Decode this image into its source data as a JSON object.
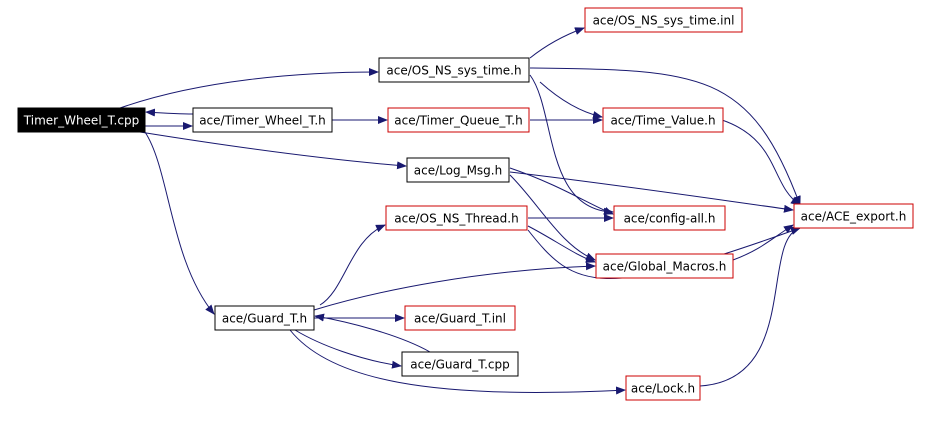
{
  "graph": {
    "colors": {
      "edge": "#191970",
      "root_fill": "#000000",
      "root_text": "#ffffff",
      "normal_border": "#000000",
      "external_border": "#cc0000",
      "node_fill": "#ffffff",
      "node_text": "#000000"
    },
    "nodes": [
      {
        "id": "timer_wheel_cpp",
        "label": "Timer_Wheel_T.cpp",
        "kind": "root",
        "icon": ""
      },
      {
        "id": "timer_wheel_h",
        "label": "ace/Timer_Wheel_T.h",
        "kind": "normal"
      },
      {
        "id": "os_ns_sys_time_h",
        "label": "ace/OS_NS_sys_time.h",
        "kind": "normal"
      },
      {
        "id": "os_ns_sys_time_inl",
        "label": "ace/OS_NS_sys_time.inl",
        "kind": "external"
      },
      {
        "id": "timer_queue_h",
        "label": "ace/Timer_Queue_T.h",
        "kind": "external"
      },
      {
        "id": "time_value_h",
        "label": "ace/Time_Value.h",
        "kind": "external"
      },
      {
        "id": "log_msg_h",
        "label": "ace/Log_Msg.h",
        "kind": "normal"
      },
      {
        "id": "config_all_h",
        "label": "ace/config-all.h",
        "kind": "external"
      },
      {
        "id": "ace_export_h",
        "label": "ace/ACE_export.h",
        "kind": "external"
      },
      {
        "id": "os_ns_thread_h",
        "label": "ace/OS_NS_Thread.h",
        "kind": "external"
      },
      {
        "id": "global_macros_h",
        "label": "ace/Global_Macros.h",
        "kind": "external"
      },
      {
        "id": "guard_t_h",
        "label": "ace/Guard_T.h",
        "kind": "normal"
      },
      {
        "id": "guard_t_inl",
        "label": "ace/Guard_T.inl",
        "kind": "external"
      },
      {
        "id": "guard_t_cpp",
        "label": "ace/Guard_T.cpp",
        "kind": "normal"
      },
      {
        "id": "lock_h",
        "label": "ace/Lock.h",
        "kind": "external"
      }
    ],
    "edges": [
      {
        "from": "timer_wheel_cpp",
        "to": "timer_wheel_h"
      },
      {
        "from": "timer_wheel_cpp",
        "to": "os_ns_sys_time_h"
      },
      {
        "from": "timer_wheel_cpp",
        "to": "log_msg_h"
      },
      {
        "from": "timer_wheel_cpp",
        "to": "guard_t_h"
      },
      {
        "from": "timer_wheel_h",
        "to": "timer_wheel_cpp"
      },
      {
        "from": "timer_wheel_h",
        "to": "timer_queue_h"
      },
      {
        "from": "os_ns_sys_time_h",
        "to": "os_ns_sys_time_inl"
      },
      {
        "from": "os_ns_sys_time_h",
        "to": "time_value_h"
      },
      {
        "from": "os_ns_sys_time_h",
        "to": "config_all_h"
      },
      {
        "from": "os_ns_sys_time_h",
        "to": "ace_export_h"
      },
      {
        "from": "timer_queue_h",
        "to": "time_value_h"
      },
      {
        "from": "time_value_h",
        "to": "ace_export_h"
      },
      {
        "from": "log_msg_h",
        "to": "config_all_h"
      },
      {
        "from": "log_msg_h",
        "to": "global_macros_h"
      },
      {
        "from": "log_msg_h",
        "to": "ace_export_h"
      },
      {
        "from": "os_ns_thread_h",
        "to": "config_all_h"
      },
      {
        "from": "os_ns_thread_h",
        "to": "global_macros_h"
      },
      {
        "from": "os_ns_thread_h",
        "to": "ace_export_h"
      },
      {
        "from": "global_macros_h",
        "to": "ace_export_h"
      },
      {
        "from": "guard_t_h",
        "to": "os_ns_thread_h"
      },
      {
        "from": "guard_t_h",
        "to": "global_macros_h"
      },
      {
        "from": "guard_t_h",
        "to": "guard_t_inl"
      },
      {
        "from": "guard_t_h",
        "to": "guard_t_cpp"
      },
      {
        "from": "guard_t_h",
        "to": "lock_h"
      },
      {
        "from": "guard_t_cpp",
        "to": "guard_t_h"
      },
      {
        "from": "lock_h",
        "to": "ace_export_h"
      }
    ]
  }
}
